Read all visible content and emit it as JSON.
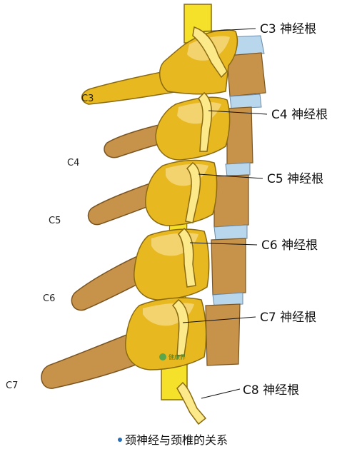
{
  "diagram": {
    "nerve_labels": [
      "C3 神经根",
      "C4 神经根",
      "C5 神经根",
      "C6 神经根",
      "C7 神经根",
      "C8 神经根"
    ],
    "vertebra_labels": [
      "C3",
      "C4",
      "C5",
      "C6",
      "C7"
    ],
    "caption": "颈神经与颈椎的关系",
    "watermark": "健康界",
    "colors": {
      "bone": "#e8b820",
      "bone_light": "#f3d36e",
      "bone_outline": "#8a6a10",
      "body_brown": "#c7924a",
      "disc_blue": "#b8d6ec",
      "spinal_cord": "#f6e12a",
      "nerve_pale": "#fbe98a",
      "bullet": "#2a6fb5"
    }
  }
}
